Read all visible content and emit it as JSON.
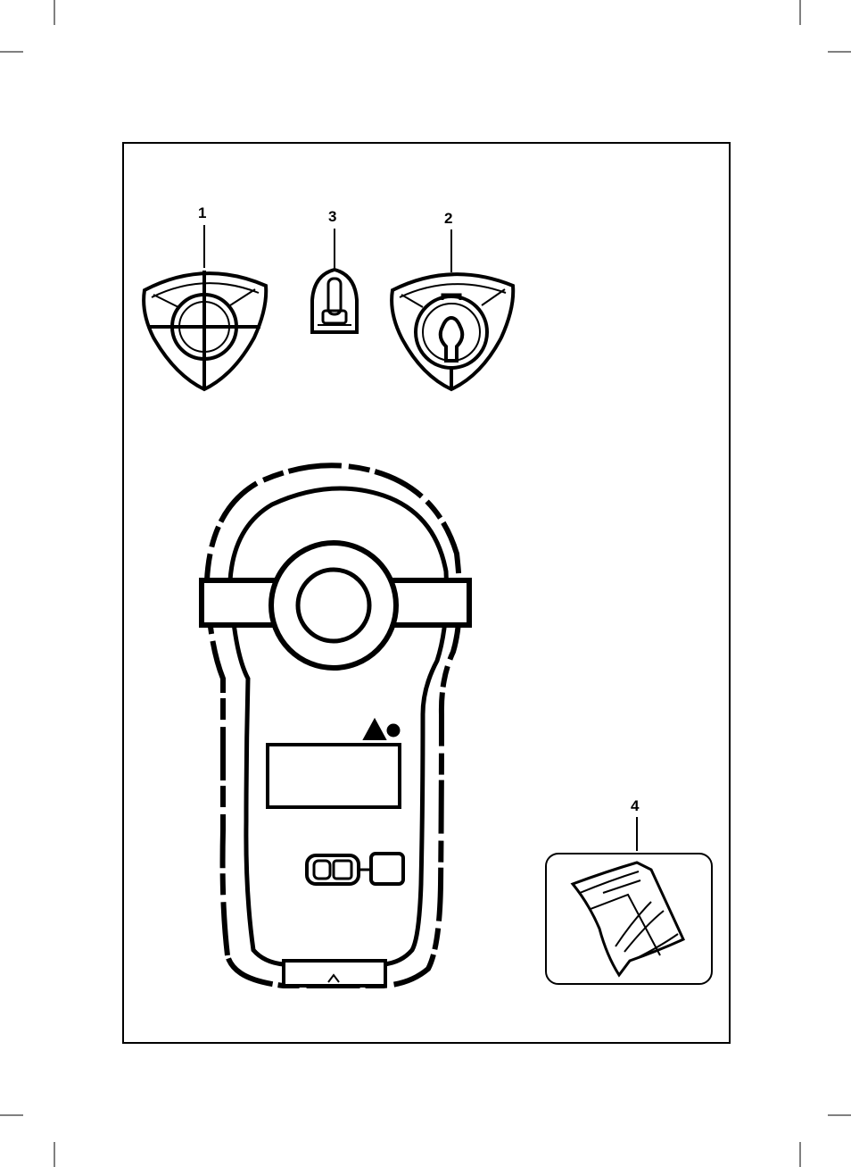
{
  "labels": {
    "part1": "1",
    "part2": "2",
    "part3": "3",
    "part4": "4"
  },
  "icons": {
    "target_plate": "crosshair-target-icon",
    "wall_mount": "keyhole-mount-icon",
    "pin": "pin-icon",
    "pouch": "pouch-icon",
    "device": "laser-level-device-icon",
    "warning": "warning-triangle-icon"
  },
  "colors": {
    "ink": "#000000",
    "paper": "#ffffff"
  }
}
